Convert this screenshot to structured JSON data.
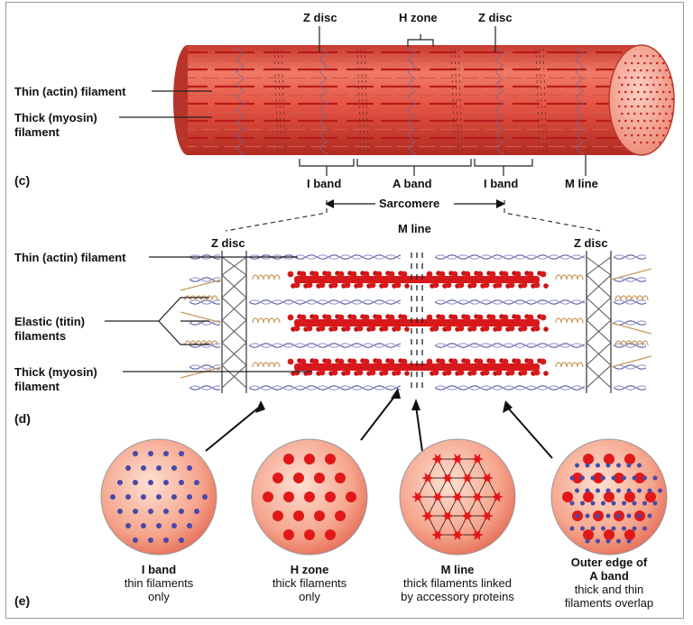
{
  "panel_c": {
    "label": "(c)",
    "z_disc_left": "Z disc",
    "h_zone": "H zone",
    "z_disc_right": "Z disc",
    "thin_filament": "Thin (actin) filament",
    "thick_filament_line1": "Thick (myosin)",
    "thick_filament_line2": "filament",
    "i_band_left": "I band",
    "a_band": "A band",
    "i_band_right": "I band",
    "m_line": "M line",
    "sarcomere": "Sarcomere"
  },
  "panel_d": {
    "label": "(d)",
    "z_disc_left": "Z disc",
    "m_line": "M line",
    "z_disc_right": "Z disc",
    "thin_filament": "Thin (actin) filament",
    "elastic_line1": "Elastic (titin)",
    "elastic_line2": "filaments",
    "thick_line1": "Thick (myosin)",
    "thick_line2": "filament"
  },
  "panel_e": {
    "label": "(e)",
    "sections": [
      {
        "title": "I band",
        "desc": [
          "thin filaments",
          "only"
        ]
      },
      {
        "title": "H zone",
        "desc": [
          "thick filaments",
          "only"
        ]
      },
      {
        "title": "M line",
        "desc": [
          "thick filaments linked",
          "by accessory proteins"
        ]
      },
      {
        "title": "Outer edge of",
        "title2": "A band",
        "desc": [
          "thick and thin",
          "filaments overlap"
        ]
      }
    ]
  },
  "colors": {
    "thick_red": "#d8191c",
    "thin_blue": "#5a5aa8",
    "titin_tan": "#c99a5c",
    "cylinder_red": "#e0443a"
  }
}
